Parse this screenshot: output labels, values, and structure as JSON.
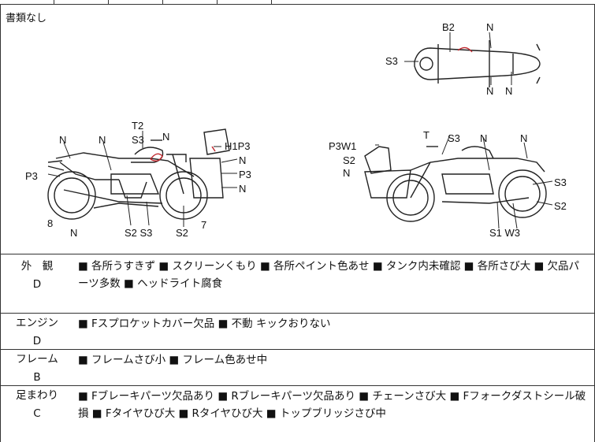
{
  "panel": {
    "note": "書類なし"
  },
  "labels": {
    "left_bike": [
      "T2",
      "N",
      "S3",
      "N",
      "N",
      "P3",
      "H1P3",
      "N",
      "P3",
      "N",
      "8",
      "N",
      "S2 S3",
      "S2",
      "7"
    ],
    "right_bike": [
      "T",
      "S3",
      "N",
      "N",
      "P3W1",
      "S2",
      "N",
      "S3",
      "S2",
      "S1 W3"
    ],
    "top_bike": [
      "B2",
      "N",
      "S3",
      "N",
      "N"
    ]
  },
  "rows": [
    {
      "category": "外　観",
      "grade": "D",
      "text": "■ 各所うすきず ■ スクリーンくもり ■ 各所ペイント色あせ ■ タンク内未確認 ■ 各所さび大 ■ 欠品パーツ多数 ■ ヘッドライト腐食"
    },
    {
      "category": "エンジン",
      "grade": "D",
      "text": "■ Fスプロケットカバー欠品 ■ 不動 キックおりない"
    },
    {
      "category": "フレーム",
      "grade": "B",
      "text": "■ フレームさび小 ■ フレーム色あせ中"
    },
    {
      "category": "足まわり",
      "grade": "C",
      "text": "■ Fブレーキパーツ欠品あり ■ Rブレーキパーツ欠品あり ■ チェーンさび大 ■ Fフォークダストシール破損 ■ Fタイヤひび大 ■ Rタイヤひび大 ■ トップブリッジさび中"
    }
  ]
}
